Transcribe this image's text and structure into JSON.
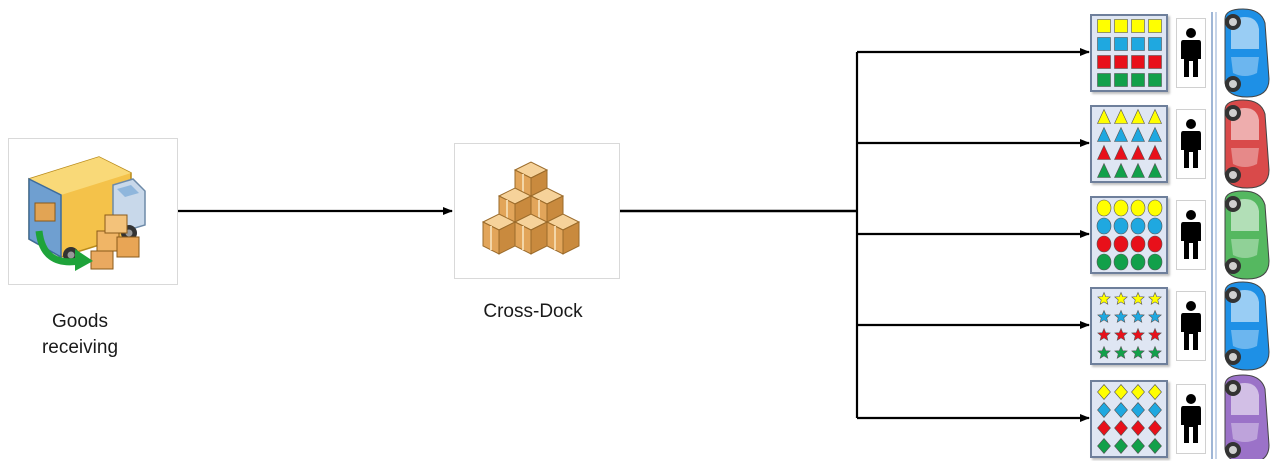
{
  "nodes": {
    "receiving": {
      "label_line1": "Goods",
      "label_line2": "receiving",
      "icon": "delivery-truck-icon"
    },
    "crossdock": {
      "label": "Cross-Dock",
      "icon": "stacked-boxes-icon"
    }
  },
  "lanes": [
    {
      "shape": "square",
      "colors": [
        "#ffff00",
        "#1fa8e0",
        "#e8101a",
        "#12a04a"
      ],
      "car_color": "#1e90e6"
    },
    {
      "shape": "triangle",
      "colors": [
        "#ffff00",
        "#1fa8e0",
        "#e8101a",
        "#12a04a"
      ],
      "car_color": "#d94a4a"
    },
    {
      "shape": "circle",
      "colors": [
        "#ffff00",
        "#1fa8e0",
        "#e8101a",
        "#12a04a"
      ],
      "car_color": "#55b860"
    },
    {
      "shape": "star",
      "colors": [
        "#ffff00",
        "#1fa8e0",
        "#e8101a",
        "#12a04a"
      ],
      "car_color": "#1e90e6"
    },
    {
      "shape": "diamond",
      "colors": [
        "#ffff00",
        "#1fa8e0",
        "#e8101a",
        "#12a04a"
      ],
      "car_color": "#9b72c8"
    }
  ],
  "colors": {
    "arrow": "#000000",
    "panel_bg": "#dfe6f3",
    "rail": "#9fb6d6"
  }
}
